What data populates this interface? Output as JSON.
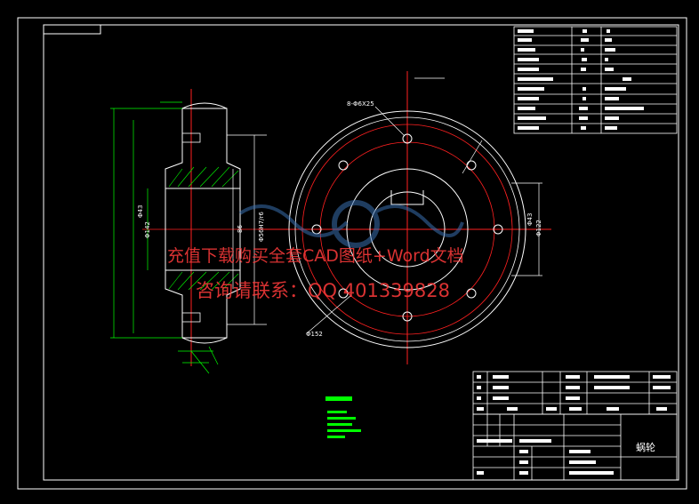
{
  "watermark": {
    "line1": "充值下载购买全套CAD图纸+Word文档",
    "line2": "咨询请联系：QQ 401339828"
  },
  "title_block": {
    "part_name": "蜗轮"
  },
  "drawing_labels": {
    "hole_callout": "8-Φ6X25",
    "dim_left_a": "Φ142",
    "dim_left_b": "Φ43",
    "dim_mid_a": "Φ56H7/r6",
    "dim_mid_b": "86",
    "dim_right_a": "Φ152",
    "dim_right_b": "Φ43",
    "dim_right_c": "Φ122"
  },
  "colors": {
    "border": "#ffffff",
    "center_line": "#ff2020",
    "geometry": "#ffffff",
    "dimension": "#00ff00",
    "hatch": "#00ff00",
    "watermark_logo": "#3a6fb0"
  }
}
